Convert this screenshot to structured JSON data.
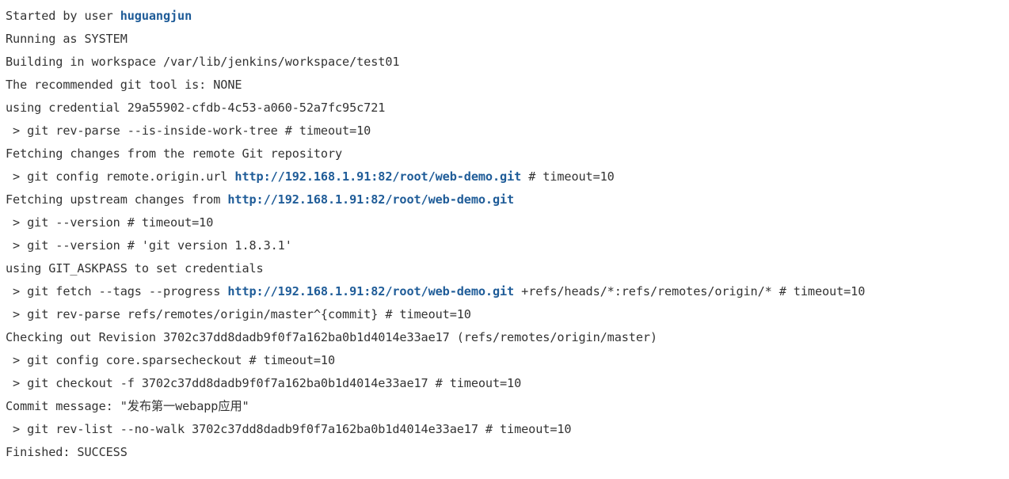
{
  "console": {
    "lines": [
      {
        "text": "Started by user ",
        "link": "huguangjun",
        "suffix": ""
      },
      {
        "text": "Running as SYSTEM"
      },
      {
        "text": "Building in workspace /var/lib/jenkins/workspace/test01"
      },
      {
        "text": "The recommended git tool is: NONE"
      },
      {
        "text": "using credential 29a55902-cfdb-4c53-a060-52a7fc95c721"
      },
      {
        "text": " > git rev-parse --is-inside-work-tree # timeout=10"
      },
      {
        "text": "Fetching changes from the remote Git repository"
      },
      {
        "text": " > git config remote.origin.url ",
        "link": "http://192.168.1.91:82/root/web-demo.git",
        "suffix": " # timeout=10"
      },
      {
        "text": "Fetching upstream changes from ",
        "link": "http://192.168.1.91:82/root/web-demo.git",
        "suffix": ""
      },
      {
        "text": " > git --version # timeout=10"
      },
      {
        "text": " > git --version # 'git version 1.8.3.1'"
      },
      {
        "text": "using GIT_ASKPASS to set credentials"
      },
      {
        "text": " > git fetch --tags --progress ",
        "link": "http://192.168.1.91:82/root/web-demo.git",
        "suffix": " +refs/heads/*:refs/remotes/origin/* # timeout=10"
      },
      {
        "text": " > git rev-parse refs/remotes/origin/master^{commit} # timeout=10"
      },
      {
        "text": "Checking out Revision 3702c37dd8dadb9f0f7a162ba0b1d4014e33ae17 (refs/remotes/origin/master)"
      },
      {
        "text": " > git config core.sparsecheckout # timeout=10"
      },
      {
        "text": " > git checkout -f 3702c37dd8dadb9f0f7a162ba0b1d4014e33ae17 # timeout=10"
      },
      {
        "text": "Commit message: \"发布第一webapp应用\""
      },
      {
        "text": " > git rev-list --no-walk 3702c37dd8dadb9f0f7a162ba0b1d4014e33ae17 # timeout=10"
      },
      {
        "text": "Finished: SUCCESS"
      }
    ]
  }
}
